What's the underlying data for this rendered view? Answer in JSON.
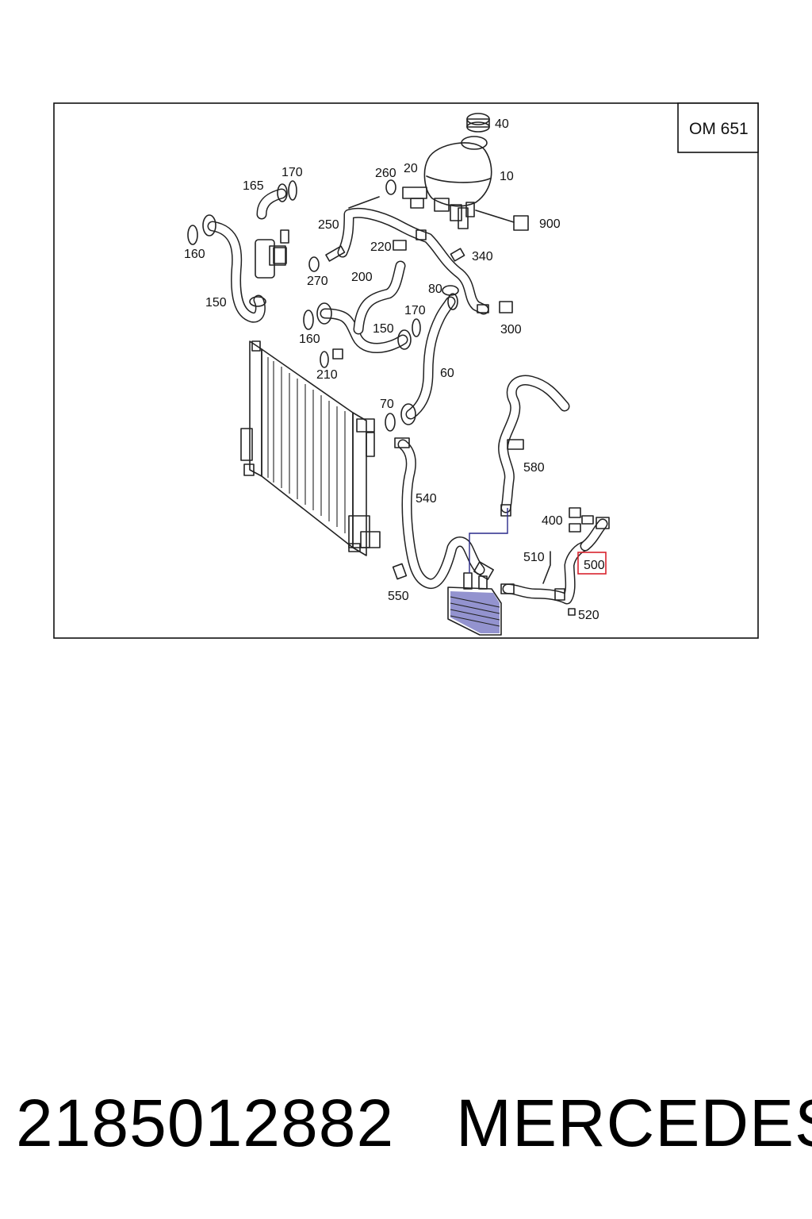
{
  "diagram": {
    "engine_label": "OM 651",
    "highlighted_callout": "500",
    "highlight_color": "#d9232e",
    "accent_color": "#2a2a8a",
    "callouts": {
      "c10": "10",
      "c20": "20",
      "c40": "40",
      "c60": "60",
      "c70": "70",
      "c80": "80",
      "c150a": "150",
      "c150b": "150",
      "c160a": "160",
      "c160b": "160",
      "c165": "165",
      "c170a": "170",
      "c170b": "170",
      "c200": "200",
      "c210": "210",
      "c220": "220",
      "c250": "250",
      "c260": "260",
      "c270": "270",
      "c300": "300",
      "c340": "340",
      "c400": "400",
      "c500": "500",
      "c510": "510",
      "c520": "520",
      "c540": "540",
      "c550": "550",
      "c580": "580",
      "c900": "900"
    }
  },
  "caption": {
    "part_number": "2185012882",
    "brand": "MERCEDES"
  }
}
